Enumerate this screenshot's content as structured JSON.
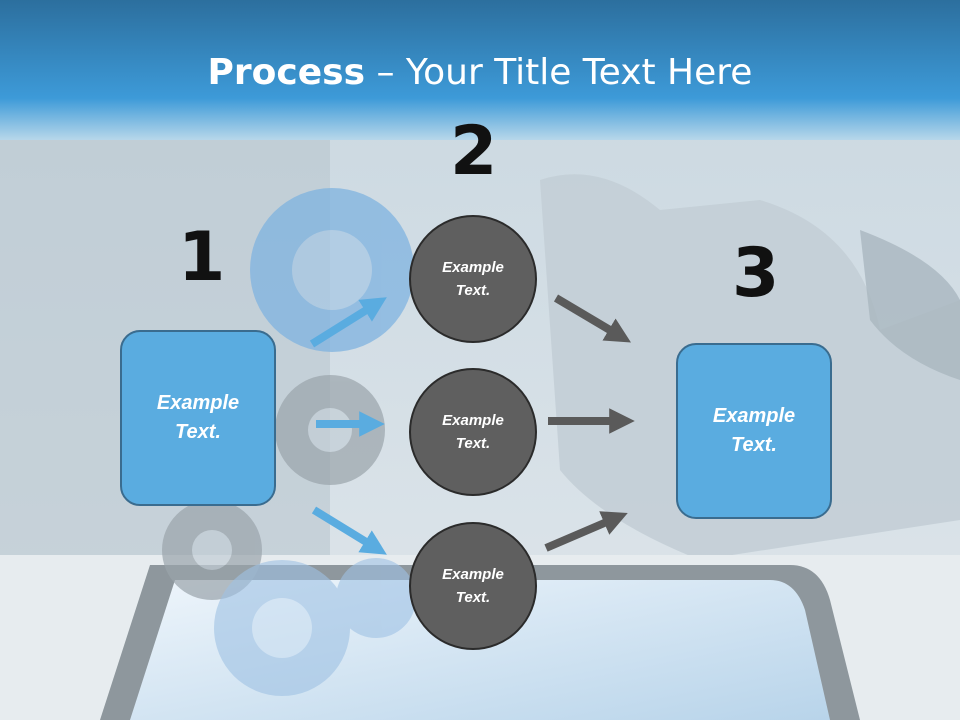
{
  "slide": {
    "title_bold": "Process",
    "title_rest": " – Your Title Text Here"
  },
  "steps": [
    {
      "number": "1",
      "label_line1": "Example",
      "label_line2": "Text."
    },
    {
      "number": "2",
      "items": [
        {
          "line1": "Example",
          "line2": "Text."
        },
        {
          "line1": "Example",
          "line2": "Text."
        },
        {
          "line1": "Example",
          "line2": "Text."
        }
      ]
    },
    {
      "number": "3",
      "label_line1": "Example",
      "label_line2": "Text."
    }
  ],
  "colors": {
    "header_blue": "#2f86c4",
    "box_fill": "#5aace0",
    "circle_fill": "#5f5f5f",
    "blue_arrow": "#5aace0",
    "gray_arrow": "#5a5a5a"
  },
  "icons": [
    "gear-icon",
    "hand-pointer-image",
    "tablet-image"
  ]
}
